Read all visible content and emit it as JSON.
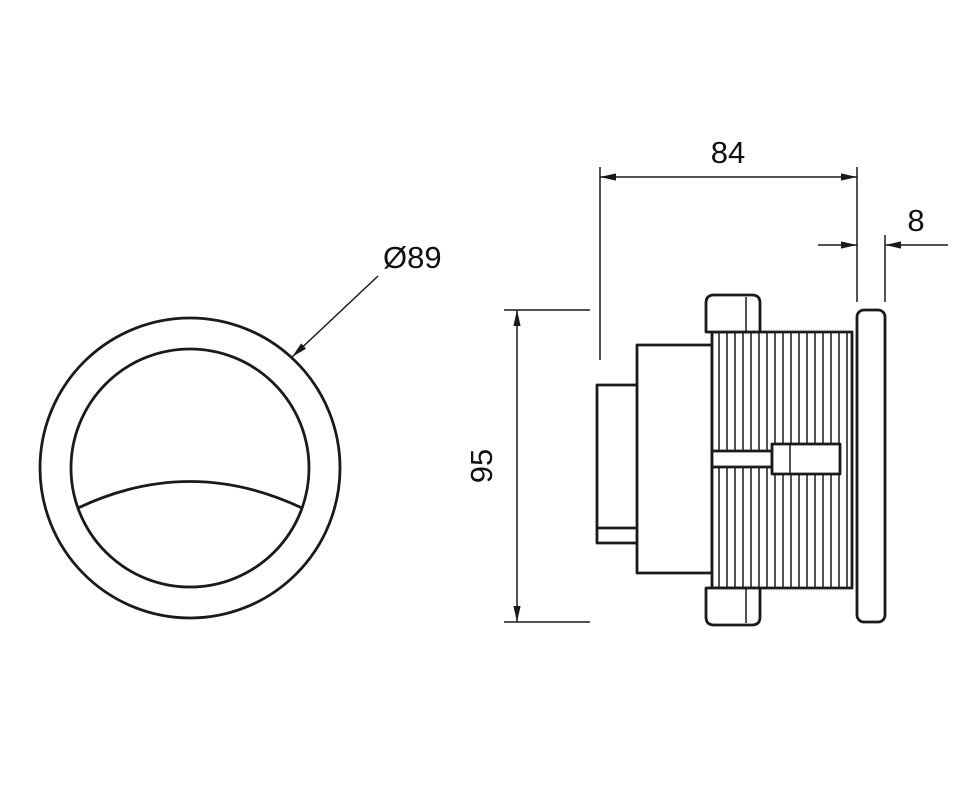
{
  "colors": {
    "background": "#ffffff",
    "line": "#1a1a1a",
    "text": "#111111"
  },
  "front_view": {
    "diameter_label": "Ø89"
  },
  "side_view": {
    "length_label": "84",
    "flange_thickness_label": "8",
    "height_label": "95"
  }
}
